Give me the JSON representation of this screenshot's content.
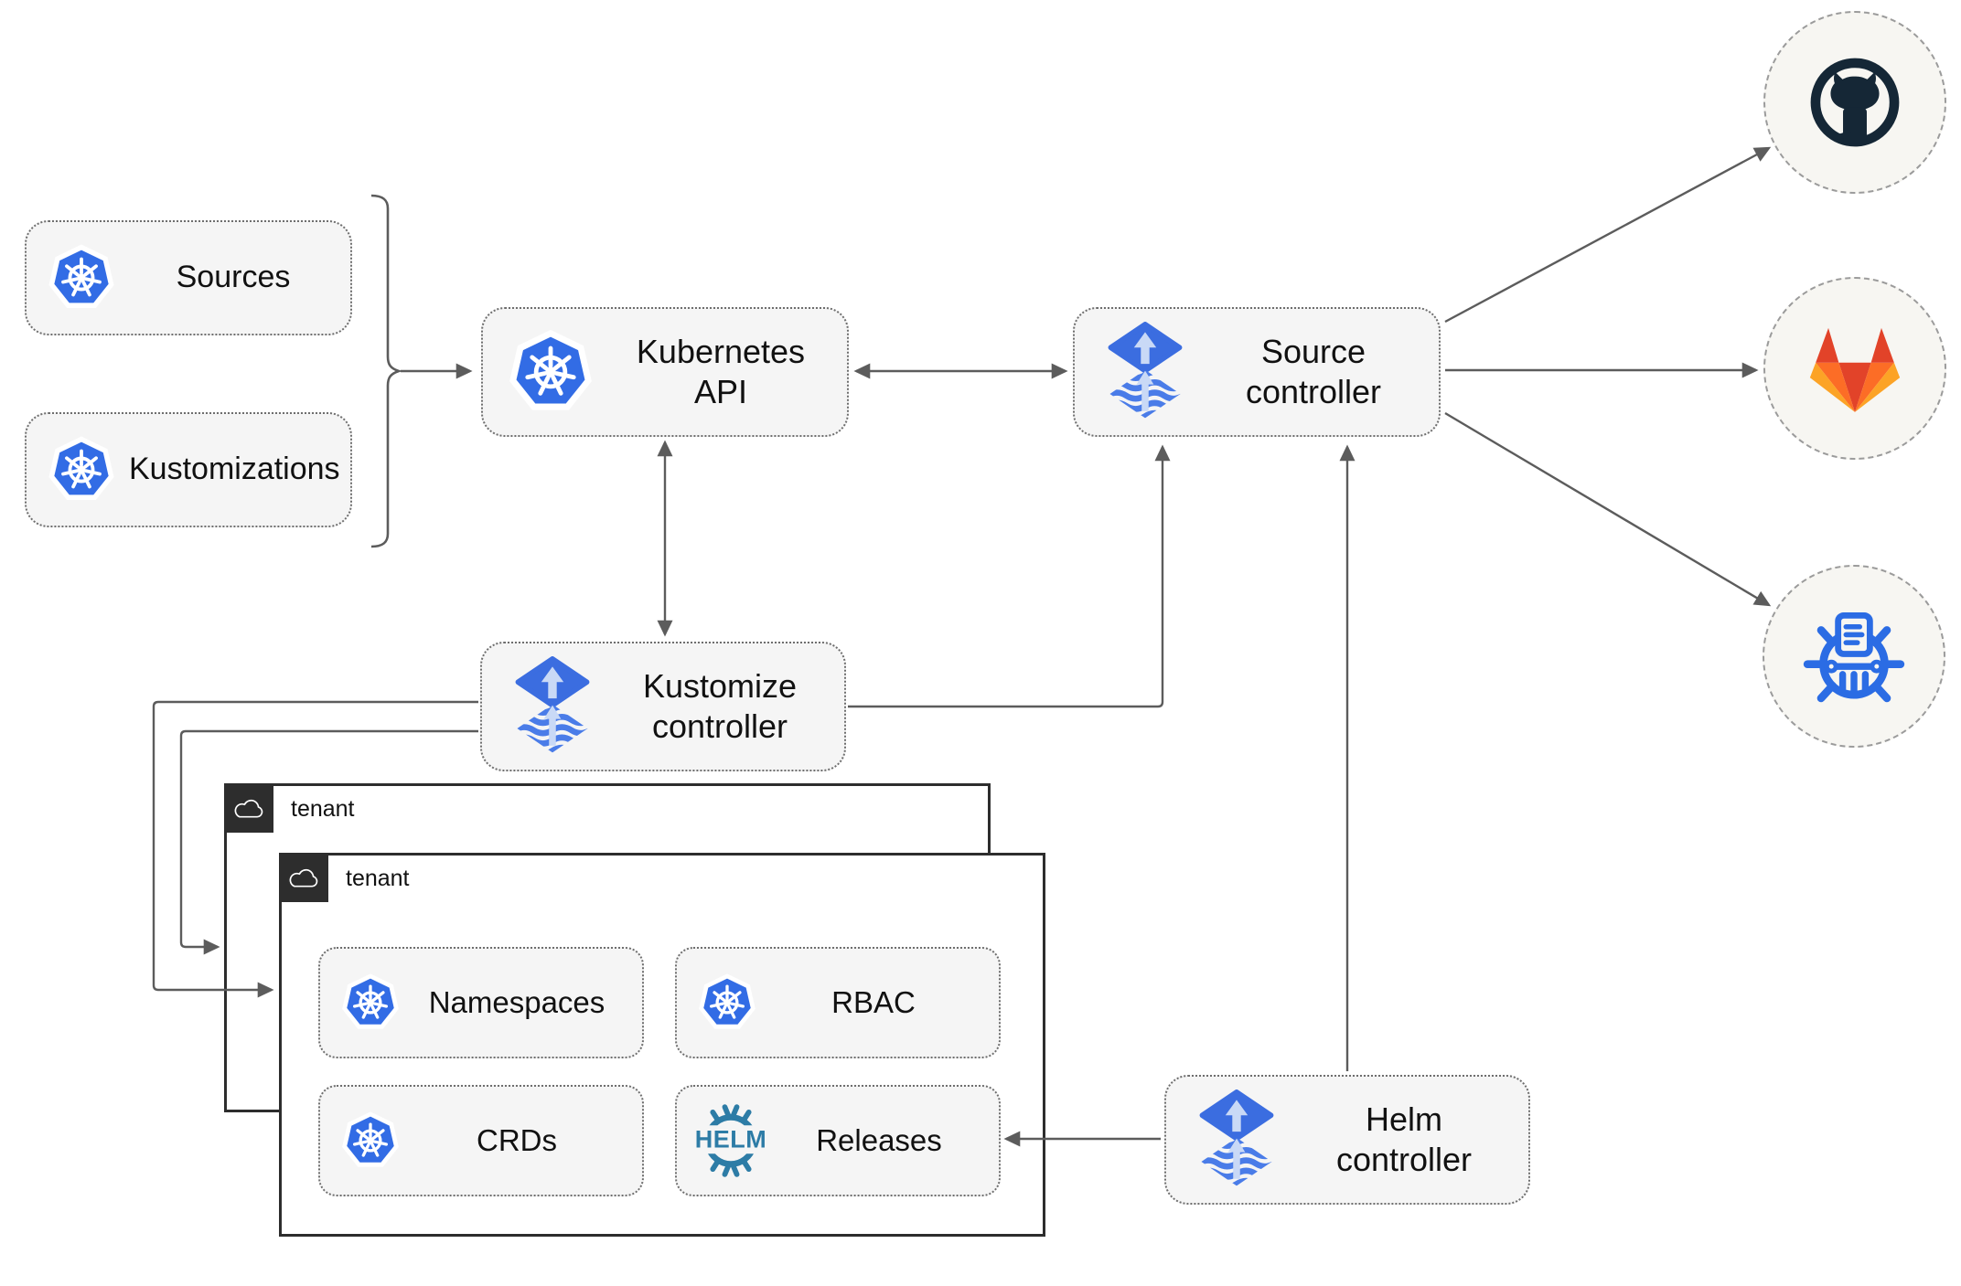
{
  "colors": {
    "box_fill": "#f5f5f5",
    "box_border": "#6e6e6e",
    "text_color": "#111111",
    "line_gray": "#5c5c5c",
    "k8s_blue": "#326ce5",
    "flux_blue": "#3b6de0",
    "flux_wave": "#4a7ce8",
    "flux_arrow": "#c9d9f6",
    "helm_teal": "#2d7ca6",
    "github_dark": "#152736",
    "gitlab_red": "#e24329",
    "gitlab_orange": "#fc6d26",
    "gitlab_yellow": "#fca326",
    "chartmuseum_blue": "#2b6ce4",
    "circle_fill": "#f7f6f2",
    "circle_border": "#9b9b9b",
    "tenant_border": "#2d2d2d"
  },
  "nodes": {
    "sources": {
      "label": "Sources",
      "icon": "kubernetes-icon"
    },
    "kustomizations": {
      "label": "Kustomizations",
      "icon": "kubernetes-icon"
    },
    "kubernetes_api": {
      "label": "Kubernetes API",
      "icon": "kubernetes-icon"
    },
    "source_controller": {
      "label": "Source controller",
      "icon": "flux-icon"
    },
    "kustomize_controller": {
      "label": "Kustomize controller",
      "icon": "flux-icon"
    },
    "helm_controller": {
      "label": "Helm controller",
      "icon": "flux-icon"
    },
    "tenant_outer": {
      "label": "tenant",
      "icon": "cloud-icon"
    },
    "tenant_inner": {
      "label": "tenant",
      "icon": "cloud-icon",
      "items": [
        {
          "label": "Namespaces",
          "icon": "kubernetes-icon"
        },
        {
          "label": "RBAC",
          "icon": "kubernetes-icon"
        },
        {
          "label": "CRDs",
          "icon": "kubernetes-icon"
        },
        {
          "label": "Releases",
          "icon": "helm-icon",
          "logo_text": "HELM"
        }
      ]
    },
    "external": [
      {
        "icon": "github-icon"
      },
      {
        "icon": "gitlab-icon"
      },
      {
        "icon": "chartmuseum-icon"
      }
    ]
  }
}
